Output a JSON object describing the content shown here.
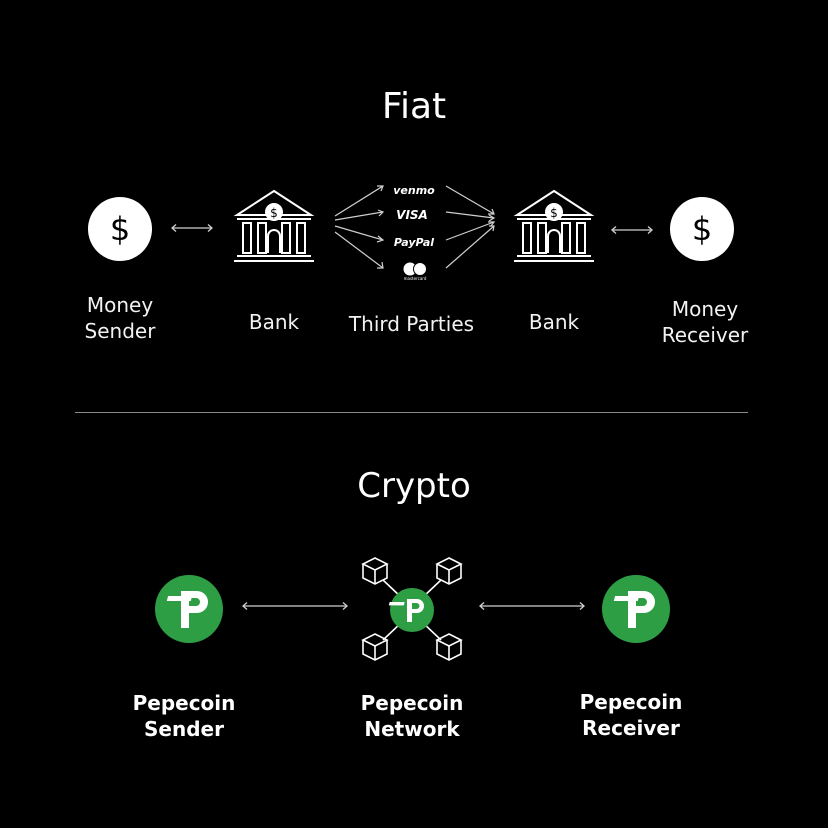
{
  "fiat": {
    "title": "Fiat",
    "sender": {
      "line1": "Money",
      "line2": "Sender",
      "icon": "dollar-circle-icon"
    },
    "bank_left": {
      "label": "Bank",
      "icon": "bank-icon"
    },
    "third_parties": {
      "label": "Third Parties",
      "brands": [
        "venmo",
        "VISA",
        "PayPal",
        "mastercard"
      ]
    },
    "bank_right": {
      "label": "Bank",
      "icon": "bank-icon"
    },
    "receiver": {
      "line1": "Money",
      "line2": "Receiver",
      "icon": "dollar-circle-icon"
    }
  },
  "crypto": {
    "title": "Crypto",
    "sender": {
      "line1": "Pepecoin",
      "line2": "Sender",
      "icon": "pepecoin-logo-icon"
    },
    "network": {
      "line1": "Pepecoin",
      "line2": "Network",
      "icon": "network-cubes-icon"
    },
    "receiver": {
      "line1": "Pepecoin",
      "line2": "Receiver",
      "icon": "pepecoin-logo-icon"
    }
  },
  "colors": {
    "background": "#000000",
    "text": "#ffffff",
    "pepecoin_green": "#2e9e45",
    "divider": "#8a8a8a"
  }
}
